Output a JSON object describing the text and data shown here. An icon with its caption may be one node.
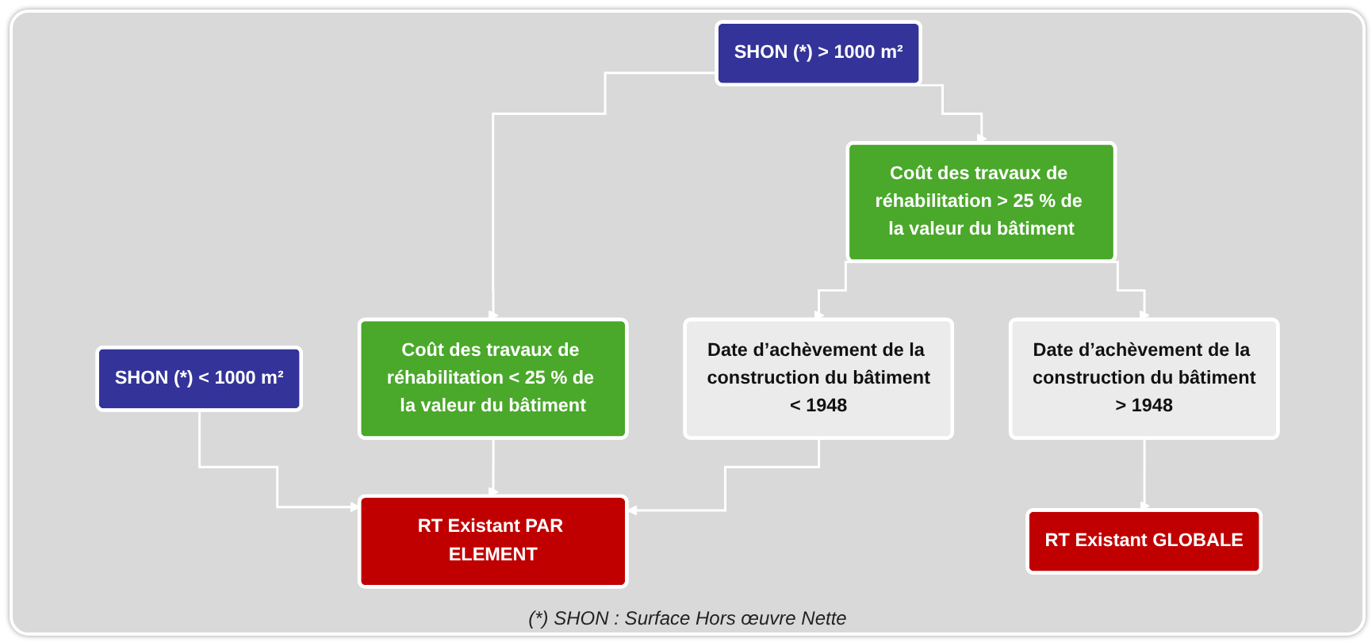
{
  "diagram": {
    "caption": "(*) SHON : Surface Hors œuvre Nette",
    "nodes": [
      {
        "text": [
          "SHON (*) < 1000 m²"
        ]
      },
      {
        "text": [
          "SHON (*) > 1000 m²"
        ]
      },
      {
        "text": [
          "Coût des travaux de réhabilitation < 25 % de la valeur du bâtiment"
        ]
      },
      {
        "text": [
          "Coût des travaux de réhabilitation > 25 % de la valeur du bâtiment"
        ]
      },
      {
        "text": [
          "Date d’achèvement de la construction du bâtiment",
          "< 1948"
        ]
      },
      {
        "text": [
          "Date d’achèvement de la construction du bâtiment",
          "> 1948"
        ]
      },
      {
        "text": [
          "RT Existant PAR ELEMENT"
        ]
      },
      {
        "text": [
          "RT Existant GLOBALE"
        ]
      }
    ],
    "edges": [
      {
        "from": 0,
        "to": 6,
        "arrow": "to"
      },
      {
        "from": 1,
        "to": 2,
        "arrow": "to"
      },
      {
        "from": 1,
        "to": 3,
        "arrow": "to"
      },
      {
        "from": 2,
        "to": 6,
        "arrow": "to"
      },
      {
        "from": 3,
        "to": 4,
        "arrow": "to"
      },
      {
        "from": 3,
        "to": 5,
        "arrow": "to"
      },
      {
        "from": 4,
        "to": 6,
        "arrow": "to"
      },
      {
        "from": 5,
        "to": 7,
        "arrow": "to"
      }
    ]
  }
}
